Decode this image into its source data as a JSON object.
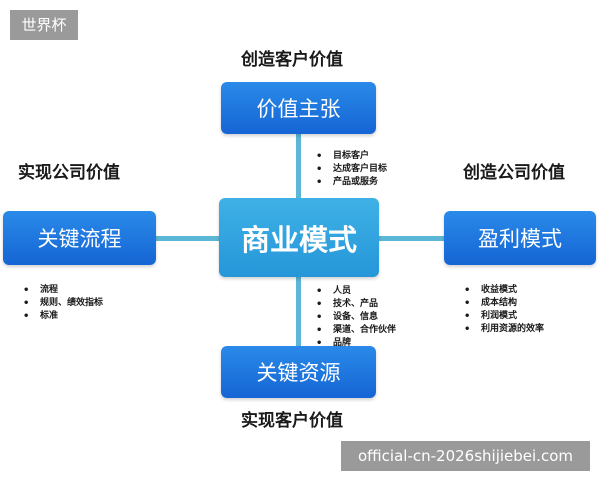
{
  "watermark": {
    "top_left": "世界杯",
    "bottom_right": "official-cn-2026shijiebei.com"
  },
  "center": {
    "label": "商业模式"
  },
  "top": {
    "box": "价值主张",
    "value_label": "创造客户价值",
    "bullets": [
      "目标客户",
      "达成客户目标",
      "产品或服务"
    ]
  },
  "left": {
    "box": "关键流程",
    "value_label": "实现公司价值",
    "bullets": [
      "流程",
      "规则、绩效指标",
      "标准"
    ]
  },
  "right": {
    "box": "盈利模式",
    "value_label": "创造公司价值",
    "bullets": [
      "收益模式",
      "成本结构",
      "利润模式",
      "利用资源的效率"
    ]
  },
  "bottom": {
    "box": "关键资源",
    "value_label": "实现客户价值",
    "bullets": [
      "人员",
      "技术、产品",
      "设备、信息",
      "渠道、合作伙伴",
      "品牌"
    ]
  },
  "colors": {
    "box_blue": "#1f78e0",
    "center_blue": "#34a7e2",
    "connector": "#5cb6d6",
    "watermark_bg": "#9a9a9a"
  }
}
